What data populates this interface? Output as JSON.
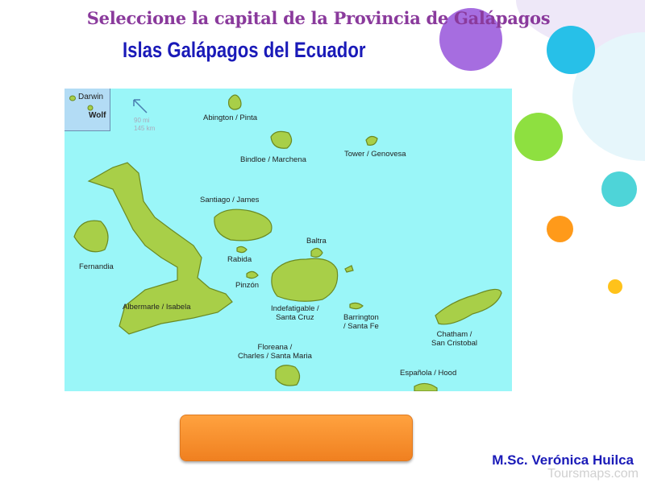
{
  "slide": {
    "title": "Seleccione la capital de la Provincia de Galápagos",
    "subtitle": "Islas Galápagos del Ecuador",
    "author": "M.Sc. Verónica Huilca",
    "watermark": "Toursmaps.com",
    "answer_button_label": ""
  },
  "map": {
    "scale": [
      "90 mi",
      "145 km"
    ],
    "islands": {
      "darwin": "Darwin",
      "wolf": "Wolf",
      "pinta": "Abington / Pinta",
      "marchena": "Bindloe / Marchena",
      "genovesa": "Tower / Genovesa",
      "santiago": "Santiago / James",
      "baltra": "Baltra",
      "rabida": "Rabida",
      "fernandina": "Fernandia",
      "pinzon": "Pinzón",
      "isabela": "Albermarle / Isabela",
      "santa_cruz": [
        "Indefatigable /",
        "Santa Cruz"
      ],
      "santa_fe": [
        "Barrington",
        "/ Santa Fe"
      ],
      "san_cristobal": [
        "Chatham /",
        "San Cristobal"
      ],
      "floreana": [
        "Floreana /",
        "Charles / Santa Maria"
      ],
      "espanola": "Española / Hood"
    }
  },
  "colors": {
    "land": "#a8cf48",
    "sea": "#9af6f8",
    "button": "#f58a25",
    "title": "#8a3a9c",
    "subtitle": "#1a1ab8"
  }
}
